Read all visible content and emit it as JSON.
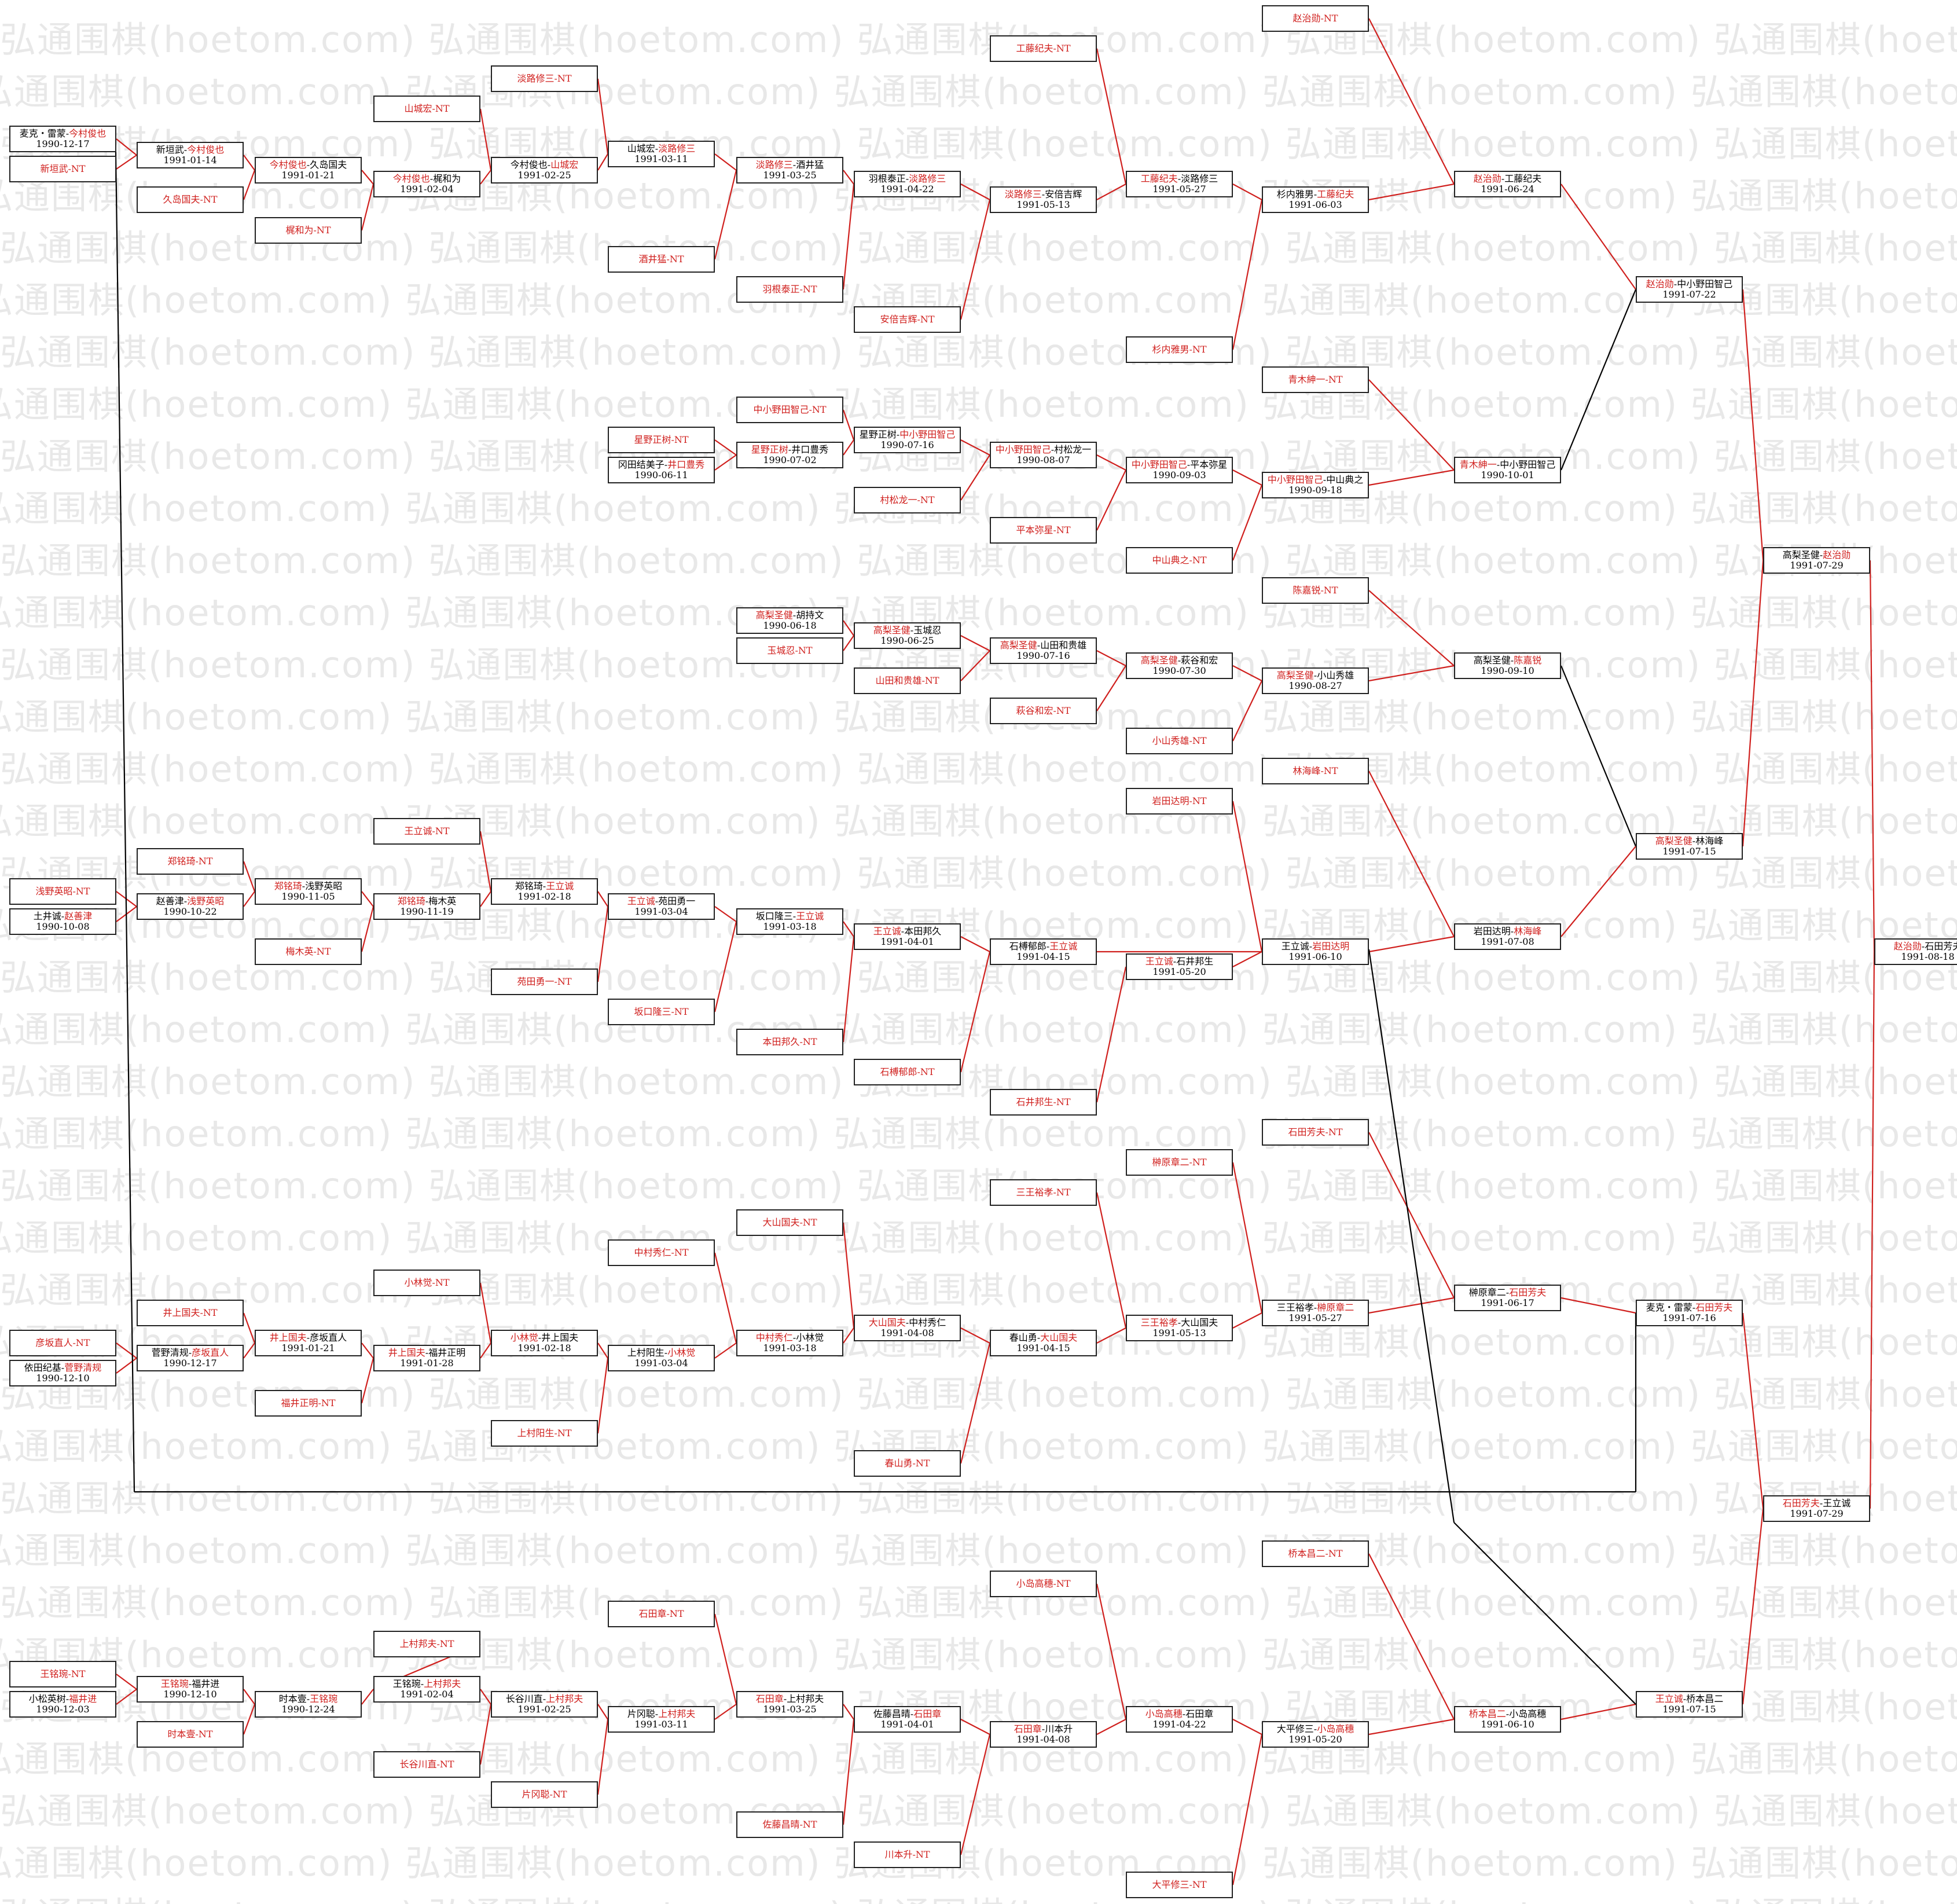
{
  "watermark": {
    "text": "弘通围棋(hoetom.com)"
  },
  "colors": {
    "winner_link": "#d0201e",
    "other_link": "#000000"
  },
  "nodes": [
    {
      "id": "n1",
      "parts": [
        [
          "麦克・雷蒙-",
          0
        ],
        [
          "今村俊也",
          1
        ]
      ],
      "date": "1990-12-17"
    },
    {
      "id": "n2",
      "parts": [
        [
          "新垣武-NT",
          1
        ]
      ],
      "date": ""
    },
    {
      "id": "n3",
      "parts": [
        [
          "新垣武-",
          0
        ],
        [
          "今村俊也",
          1
        ]
      ],
      "date": "1991-01-14"
    },
    {
      "id": "n4",
      "parts": [
        [
          "久岛国夫-NT",
          1
        ]
      ],
      "date": ""
    },
    {
      "id": "n5",
      "parts": [
        [
          "今村俊也",
          1
        ],
        [
          "-久岛国夫",
          0
        ]
      ],
      "date": "1991-01-21"
    },
    {
      "id": "n6",
      "parts": [
        [
          "梶和为-NT",
          1
        ]
      ],
      "date": ""
    },
    {
      "id": "n7",
      "parts": [
        [
          "山城宏-NT",
          1
        ]
      ],
      "date": ""
    },
    {
      "id": "n8",
      "parts": [
        [
          "今村俊也",
          1
        ],
        [
          "-梶和为",
          0
        ]
      ],
      "date": "1991-02-04"
    },
    {
      "id": "n9",
      "parts": [
        [
          "淡路修三-NT",
          1
        ]
      ],
      "date": ""
    },
    {
      "id": "n10",
      "parts": [
        [
          "今村俊也-",
          0
        ],
        [
          "山城宏",
          1
        ]
      ],
      "date": "1991-02-25"
    },
    {
      "id": "n11",
      "parts": [
        [
          "山城宏-",
          0
        ],
        [
          "淡路修三",
          1
        ]
      ],
      "date": "1991-03-11"
    },
    {
      "id": "n12",
      "parts": [
        [
          "酒井猛-NT",
          1
        ]
      ],
      "date": ""
    },
    {
      "id": "n13",
      "parts": [
        [
          "淡路修三",
          1
        ],
        [
          "-酒井猛",
          0
        ]
      ],
      "date": "1991-03-25"
    },
    {
      "id": "n14",
      "parts": [
        [
          "羽根泰正-NT",
          1
        ]
      ],
      "date": ""
    },
    {
      "id": "n15",
      "parts": [
        [
          "羽根泰正-",
          0
        ],
        [
          "淡路修三",
          1
        ]
      ],
      "date": "1991-04-22"
    },
    {
      "id": "n16",
      "parts": [
        [
          "工藤纪夫-NT",
          1
        ]
      ],
      "date": ""
    },
    {
      "id": "n17",
      "parts": [
        [
          "淡路修三",
          1
        ],
        [
          "-安倍吉辉",
          0
        ]
      ],
      "date": "1991-05-13"
    },
    {
      "id": "n18",
      "parts": [
        [
          "安倍吉辉-NT",
          1
        ]
      ],
      "date": ""
    },
    {
      "id": "n19",
      "parts": [
        [
          "工藤纪夫",
          1
        ],
        [
          "-淡路修三",
          0
        ]
      ],
      "date": "1991-05-27"
    },
    {
      "id": "n20",
      "parts": [
        [
          "赵治勋-NT",
          1
        ]
      ],
      "date": ""
    },
    {
      "id": "n21",
      "parts": [
        [
          "杉内雅男-",
          0
        ],
        [
          "工藤纪夫",
          1
        ]
      ],
      "date": "1991-06-03"
    },
    {
      "id": "n22",
      "parts": [
        [
          "杉内雅男-NT",
          1
        ]
      ],
      "date": ""
    },
    {
      "id": "n23",
      "parts": [
        [
          "赵治勋",
          1
        ],
        [
          "-工藤纪夫",
          0
        ]
      ],
      "date": "1991-06-24"
    },
    {
      "id": "n24",
      "parts": [
        [
          "赵治勋",
          1
        ],
        [
          "-中小野田智己",
          0
        ]
      ],
      "date": "1991-07-22"
    },
    {
      "id": "n25",
      "parts": [
        [
          "中小野田智己-NT",
          1
        ]
      ],
      "date": ""
    },
    {
      "id": "n26",
      "parts": [
        [
          "星野正树-NT",
          1
        ]
      ],
      "date": ""
    },
    {
      "id": "n27",
      "parts": [
        [
          "冈田结美子-",
          0
        ],
        [
          "井口豊秀",
          1
        ]
      ],
      "date": "1990-06-11"
    },
    {
      "id": "n28",
      "parts": [
        [
          "星野正树",
          1
        ],
        [
          "-井口豊秀",
          0
        ]
      ],
      "date": "1990-07-02"
    },
    {
      "id": "n29",
      "parts": [
        [
          "星野正树-",
          0
        ],
        [
          "中小野田智己",
          1
        ]
      ],
      "date": "1990-07-16"
    },
    {
      "id": "n30",
      "parts": [
        [
          "村松龙一-NT",
          1
        ]
      ],
      "date": ""
    },
    {
      "id": "n31",
      "parts": [
        [
          "中小野田智己",
          1
        ],
        [
          "-村松龙一",
          0
        ]
      ],
      "date": "1990-08-07"
    },
    {
      "id": "n32",
      "parts": [
        [
          "平本弥星-NT",
          1
        ]
      ],
      "date": ""
    },
    {
      "id": "n33",
      "parts": [
        [
          "中小野田智己",
          1
        ],
        [
          "-平本弥星",
          0
        ]
      ],
      "date": "1990-09-03"
    },
    {
      "id": "n34",
      "parts": [
        [
          "青木紳一-NT",
          1
        ]
      ],
      "date": ""
    },
    {
      "id": "n35",
      "parts": [
        [
          "中小野田智己",
          1
        ],
        [
          "-中山典之",
          0
        ]
      ],
      "date": "1990-09-18"
    },
    {
      "id": "n36",
      "parts": [
        [
          "中山典之-NT",
          1
        ]
      ],
      "date": ""
    },
    {
      "id": "n37",
      "parts": [
        [
          "青木紳一",
          1
        ],
        [
          "-中小野田智己",
          0
        ]
      ],
      "date": "1990-10-01"
    },
    {
      "id": "n38",
      "parts": [
        [
          "高梨圣健-",
          0
        ],
        [
          "赵治勋",
          1
        ]
      ],
      "date": "1991-07-29"
    },
    {
      "id": "n39",
      "parts": [
        [
          "高梨圣健",
          1
        ],
        [
          "-胡持文",
          0
        ]
      ],
      "date": "1990-06-18"
    },
    {
      "id": "n40",
      "parts": [
        [
          "玉城忍-NT",
          1
        ]
      ],
      "date": ""
    },
    {
      "id": "n41",
      "parts": [
        [
          "高梨圣健",
          1
        ],
        [
          "-玉城忍",
          0
        ]
      ],
      "date": "1990-06-25"
    },
    {
      "id": "n42",
      "parts": [
        [
          "山田和贵雄-NT",
          1
        ]
      ],
      "date": ""
    },
    {
      "id": "n43",
      "parts": [
        [
          "高梨圣健",
          1
        ],
        [
          "-山田和贵雄",
          0
        ]
      ],
      "date": "1990-07-16"
    },
    {
      "id": "n44",
      "parts": [
        [
          "萩谷和宏-NT",
          1
        ]
      ],
      "date": ""
    },
    {
      "id": "n45",
      "parts": [
        [
          "高梨圣健",
          1
        ],
        [
          "-萩谷和宏",
          0
        ]
      ],
      "date": "1990-07-30"
    },
    {
      "id": "n46",
      "parts": [
        [
          "陈嘉锐-NT",
          1
        ]
      ],
      "date": ""
    },
    {
      "id": "n47",
      "parts": [
        [
          "高梨圣健",
          1
        ],
        [
          "-小山秀雄",
          0
        ]
      ],
      "date": "1990-08-27"
    },
    {
      "id": "n48",
      "parts": [
        [
          "小山秀雄-NT",
          1
        ]
      ],
      "date": ""
    },
    {
      "id": "n49",
      "parts": [
        [
          "高梨圣健-",
          0
        ],
        [
          "陈嘉锐",
          1
        ]
      ],
      "date": "1990-09-10"
    },
    {
      "id": "n50",
      "parts": [
        [
          "林海峰-NT",
          1
        ]
      ],
      "date": ""
    },
    {
      "id": "n51",
      "parts": [
        [
          "高梨圣健",
          1
        ],
        [
          "-林海峰",
          0
        ]
      ],
      "date": "1991-07-15"
    },
    {
      "id": "n52",
      "parts": [
        [
          "岩田达明-NT",
          1
        ]
      ],
      "date": ""
    },
    {
      "id": "n53",
      "parts": [
        [
          "浅野英昭-NT",
          1
        ]
      ],
      "date": ""
    },
    {
      "id": "n54",
      "parts": [
        [
          "土井诚-",
          0
        ],
        [
          "赵善津",
          1
        ]
      ],
      "date": "1990-10-08"
    },
    {
      "id": "n55",
      "parts": [
        [
          "郑铭琦-NT",
          1
        ]
      ],
      "date": ""
    },
    {
      "id": "n56",
      "parts": [
        [
          "赵善津-",
          0
        ],
        [
          "浅野英昭",
          1
        ]
      ],
      "date": "1990-10-22"
    },
    {
      "id": "n57",
      "parts": [
        [
          "郑铭琦",
          1
        ],
        [
          "-浅野英昭",
          0
        ]
      ],
      "date": "1990-11-05"
    },
    {
      "id": "n58",
      "parts": [
        [
          "梅木英-NT",
          1
        ]
      ],
      "date": ""
    },
    {
      "id": "n59",
      "parts": [
        [
          "王立诚-NT",
          1
        ]
      ],
      "date": ""
    },
    {
      "id": "n60",
      "parts": [
        [
          "郑铭琦",
          1
        ],
        [
          "-梅木英",
          0
        ]
      ],
      "date": "1990-11-19"
    },
    {
      "id": "n61",
      "parts": [
        [
          "郑铭琦-",
          0
        ],
        [
          "王立诚",
          1
        ]
      ],
      "date": "1991-02-18"
    },
    {
      "id": "n62",
      "parts": [
        [
          "苑田勇一-NT",
          1
        ]
      ],
      "date": ""
    },
    {
      "id": "n63",
      "parts": [
        [
          "王立诚",
          1
        ],
        [
          "-苑田勇一",
          0
        ]
      ],
      "date": "1991-03-04"
    },
    {
      "id": "n64",
      "parts": [
        [
          "坂口隆三-NT",
          1
        ]
      ],
      "date": ""
    },
    {
      "id": "n65",
      "parts": [
        [
          "坂口隆三-",
          0
        ],
        [
          "王立诚",
          1
        ]
      ],
      "date": "1991-03-18"
    },
    {
      "id": "n66",
      "parts": [
        [
          "本田邦久-NT",
          1
        ]
      ],
      "date": ""
    },
    {
      "id": "n67",
      "parts": [
        [
          "王立诚",
          1
        ],
        [
          "-本田邦久",
          0
        ]
      ],
      "date": "1991-04-01"
    },
    {
      "id": "n68",
      "parts": [
        [
          "石榑郁郎-",
          0
        ],
        [
          "王立诚",
          1
        ]
      ],
      "date": "1991-04-15"
    },
    {
      "id": "n69",
      "parts": [
        [
          "石榑郁郎-NT",
          1
        ]
      ],
      "date": ""
    },
    {
      "id": "n70",
      "parts": [
        [
          "王立诚",
          1
        ],
        [
          "-石井邦生",
          0
        ]
      ],
      "date": "1991-05-20"
    },
    {
      "id": "n71",
      "parts": [
        [
          "石井邦生-NT",
          1
        ]
      ],
      "date": ""
    },
    {
      "id": "n72",
      "parts": [
        [
          "王立诚-",
          0
        ],
        [
          "岩田达明",
          1
        ]
      ],
      "date": "1991-06-10"
    },
    {
      "id": "n73",
      "parts": [
        [
          "岩田达明-",
          0
        ],
        [
          "林海峰",
          1
        ]
      ],
      "date": "1991-07-08"
    },
    {
      "id": "n74",
      "parts": [
        [
          "赵治勋",
          1
        ],
        [
          "-石田芳夫",
          0
        ]
      ],
      "date": "1991-08-18"
    },
    {
      "id": "n75",
      "parts": [
        [
          "石田芳夫-NT",
          1
        ]
      ],
      "date": ""
    },
    {
      "id": "n76",
      "parts": [
        [
          "榊原章二-NT",
          1
        ]
      ],
      "date": ""
    },
    {
      "id": "n77",
      "parts": [
        [
          "三王裕孝-NT",
          1
        ]
      ],
      "date": ""
    },
    {
      "id": "n78",
      "parts": [
        [
          "大山国夫-NT",
          1
        ]
      ],
      "date": ""
    },
    {
      "id": "n79",
      "parts": [
        [
          "中村秀仁-NT",
          1
        ]
      ],
      "date": ""
    },
    {
      "id": "n80",
      "parts": [
        [
          "小林觉-NT",
          1
        ]
      ],
      "date": ""
    },
    {
      "id": "n81",
      "parts": [
        [
          "井上国夫-NT",
          1
        ]
      ],
      "date": ""
    },
    {
      "id": "n82",
      "parts": [
        [
          "彦坂直人-NT",
          1
        ]
      ],
      "date": ""
    },
    {
      "id": "n83",
      "parts": [
        [
          "依田纪基-",
          0
        ],
        [
          "菅野清规",
          1
        ]
      ],
      "date": "1990-12-10"
    },
    {
      "id": "n84",
      "parts": [
        [
          "菅野清规-",
          0
        ],
        [
          "彦坂直人",
          1
        ]
      ],
      "date": "1990-12-17"
    },
    {
      "id": "n85",
      "parts": [
        [
          "井上国夫",
          1
        ],
        [
          "-彦坂直人",
          0
        ]
      ],
      "date": "1991-01-21"
    },
    {
      "id": "n86",
      "parts": [
        [
          "福井正明-NT",
          1
        ]
      ],
      "date": ""
    },
    {
      "id": "n87",
      "parts": [
        [
          "井上国夫",
          1
        ],
        [
          "-福井正明",
          0
        ]
      ],
      "date": "1991-01-28"
    },
    {
      "id": "n88",
      "parts": [
        [
          "小林觉",
          1
        ],
        [
          "-井上国夫",
          0
        ]
      ],
      "date": "1991-02-18"
    },
    {
      "id": "n89",
      "parts": [
        [
          "上村阳生-NT",
          1
        ]
      ],
      "date": ""
    },
    {
      "id": "n90",
      "parts": [
        [
          "上村阳生-",
          0
        ],
        [
          "小林觉",
          1
        ]
      ],
      "date": "1991-03-04"
    },
    {
      "id": "n91",
      "parts": [
        [
          "中村秀仁",
          1
        ],
        [
          "-小林觉",
          0
        ]
      ],
      "date": "1991-03-18"
    },
    {
      "id": "n92",
      "parts": [
        [
          "大山国夫",
          1
        ],
        [
          "-中村秀仁",
          0
        ]
      ],
      "date": "1991-04-08"
    },
    {
      "id": "n93",
      "parts": [
        [
          "春山勇-",
          0
        ],
        [
          "大山国夫",
          1
        ]
      ],
      "date": "1991-04-15"
    },
    {
      "id": "n94",
      "parts": [
        [
          "春山勇-NT",
          1
        ]
      ],
      "date": ""
    },
    {
      "id": "n95",
      "parts": [
        [
          "三王裕孝",
          1
        ],
        [
          "-大山国夫",
          0
        ]
      ],
      "date": "1991-05-13"
    },
    {
      "id": "n96",
      "parts": [
        [
          "三王裕孝-",
          0
        ],
        [
          "榊原章二",
          1
        ]
      ],
      "date": "1991-05-27"
    },
    {
      "id": "n97",
      "parts": [
        [
          "榊原章二-",
          0
        ],
        [
          "石田芳夫",
          1
        ]
      ],
      "date": "1991-06-17"
    },
    {
      "id": "n98",
      "parts": [
        [
          "麦克・雷蒙-",
          0
        ],
        [
          "石田芳夫",
          1
        ]
      ],
      "date": "1991-07-16"
    },
    {
      "id": "n99",
      "parts": [
        [
          "石田芳夫",
          1
        ],
        [
          "-王立诚",
          0
        ]
      ],
      "date": "1991-07-29"
    },
    {
      "id": "n100",
      "parts": [
        [
          "桥本昌二-NT",
          1
        ]
      ],
      "date": ""
    },
    {
      "id": "n101",
      "parts": [
        [
          "小岛高穗-NT",
          1
        ]
      ],
      "date": ""
    },
    {
      "id": "n102",
      "parts": [
        [
          "石田章-NT",
          1
        ]
      ],
      "date": ""
    },
    {
      "id": "n103",
      "parts": [
        [
          "上村邦夫-NT",
          1
        ]
      ],
      "date": ""
    },
    {
      "id": "n104",
      "parts": [
        [
          "王铭琬-NT",
          1
        ]
      ],
      "date": ""
    },
    {
      "id": "n105",
      "parts": [
        [
          "小松英树-",
          0
        ],
        [
          "福井进",
          1
        ]
      ],
      "date": "1990-12-03"
    },
    {
      "id": "n106",
      "parts": [
        [
          "王铭琬",
          1
        ],
        [
          "-福井进",
          0
        ]
      ],
      "date": "1990-12-10"
    },
    {
      "id": "n107",
      "parts": [
        [
          "时本壹-NT",
          1
        ]
      ],
      "date": ""
    },
    {
      "id": "n108",
      "parts": [
        [
          "时本壹-",
          0
        ],
        [
          "王铭琬",
          1
        ]
      ],
      "date": "1990-12-24"
    },
    {
      "id": "n109",
      "parts": [
        [
          "王铭琬-",
          0
        ],
        [
          "上村邦夫",
          1
        ]
      ],
      "date": "1991-02-04"
    },
    {
      "id": "n110",
      "parts": [
        [
          "长谷川直-NT",
          1
        ]
      ],
      "date": ""
    },
    {
      "id": "n111",
      "parts": [
        [
          "长谷川直-",
          0
        ],
        [
          "上村邦夫",
          1
        ]
      ],
      "date": "1991-02-25"
    },
    {
      "id": "n112",
      "parts": [
        [
          "片冈聪-NT",
          1
        ]
      ],
      "date": ""
    },
    {
      "id": "n113",
      "parts": [
        [
          "片冈聪-",
          0
        ],
        [
          "上村邦夫",
          1
        ]
      ],
      "date": "1991-03-11"
    },
    {
      "id": "n114",
      "parts": [
        [
          "石田章",
          1
        ],
        [
          "-上村邦夫",
          0
        ]
      ],
      "date": "1991-03-25"
    },
    {
      "id": "n115",
      "parts": [
        [
          "佐藤昌晴-NT",
          1
        ]
      ],
      "date": ""
    },
    {
      "id": "n116",
      "parts": [
        [
          "佐藤昌晴-",
          0
        ],
        [
          "石田章",
          1
        ]
      ],
      "date": "1991-04-01"
    },
    {
      "id": "n117",
      "parts": [
        [
          "川本升-NT",
          1
        ]
      ],
      "date": ""
    },
    {
      "id": "n118",
      "parts": [
        [
          "石田章",
          1
        ],
        [
          "-川本升",
          0
        ]
      ],
      "date": "1991-04-08"
    },
    {
      "id": "n119",
      "parts": [
        [
          "小岛高穗",
          1
        ],
        [
          "-石田章",
          0
        ]
      ],
      "date": "1991-04-22"
    },
    {
      "id": "n120",
      "parts": [
        [
          "大平修三-",
          0
        ],
        [
          "小岛高穗",
          1
        ]
      ],
      "date": "1991-05-20"
    },
    {
      "id": "n121",
      "parts": [
        [
          "大平修三-NT",
          1
        ]
      ],
      "date": ""
    },
    {
      "id": "n122",
      "parts": [
        [
          "桥本昌二",
          1
        ],
        [
          "-小岛高穗",
          0
        ]
      ],
      "date": "1991-06-10"
    },
    {
      "id": "n123",
      "parts": [
        [
          "王立诚",
          1
        ],
        [
          "-桥本昌二",
          0
        ]
      ],
      "date": "1991-07-15"
    }
  ]
}
